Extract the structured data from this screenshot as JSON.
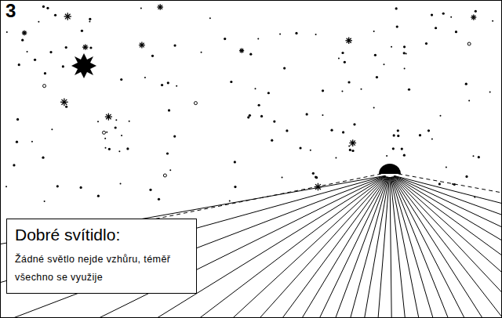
{
  "diagram": {
    "nodes": [
      {
        "text": [
          "Dobré svítidlo:",
          "Žádné světlo nejde vzhůru, téměř všechno se využije"
        ]
      }
    ],
    "labels": [
      "3"
    ]
  }
}
